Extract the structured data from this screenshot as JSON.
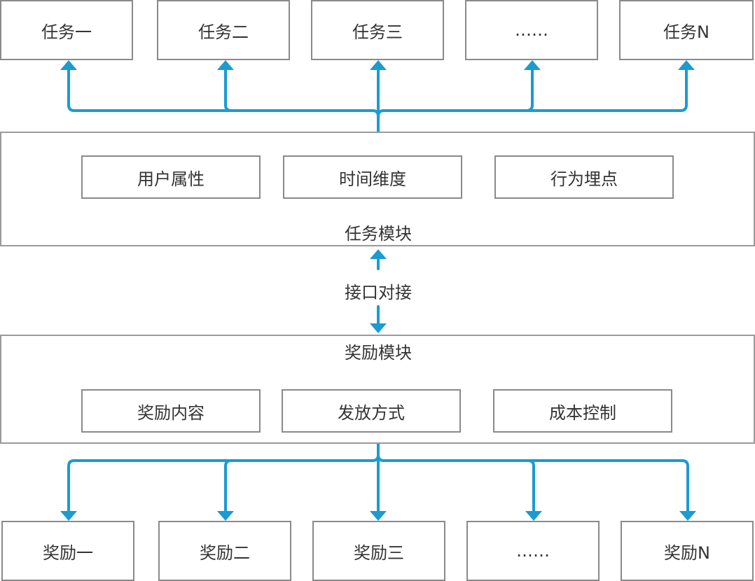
{
  "colors": {
    "connector": "#1a9bd1",
    "border": "#8a8a8a",
    "text": "#333333"
  },
  "tasks": [
    "任务一",
    "任务二",
    "任务三",
    "……",
    "任务N"
  ],
  "task_module": {
    "title": "任务模块",
    "items": [
      "用户属性",
      "时间维度",
      "行为埋点"
    ]
  },
  "interface_label": "接口对接",
  "reward_module": {
    "title": "奖励模块",
    "items": [
      "奖励内容",
      "发放方式",
      "成本控制"
    ]
  },
  "rewards": [
    "奖励一",
    "奖励二",
    "奖励三",
    "……",
    "奖励N"
  ]
}
